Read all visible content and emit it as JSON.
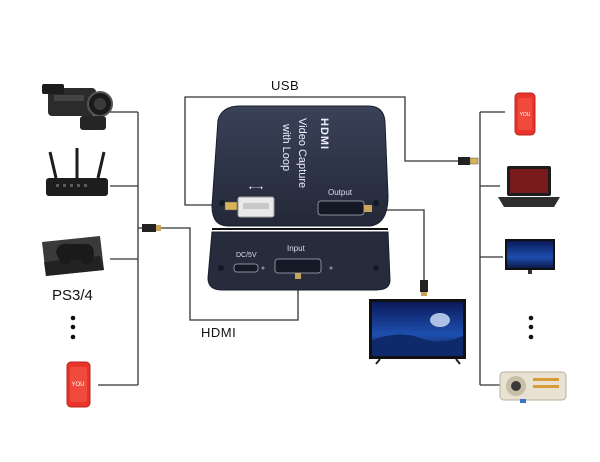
{
  "labels": {
    "usb": "USB",
    "hdmi": "HDMI",
    "ps": "PS3/4",
    "device_brand": "HDMI",
    "device_title_1": "Video Capture",
    "device_title_2": "with Loop",
    "port_output": "Output",
    "port_input": "Input",
    "port_dc": "DC/5V"
  },
  "left_sources": [
    "camcorder-icon",
    "router-icon",
    "game-console-icon",
    "ellipsis-dots",
    "smartphone-icon"
  ],
  "right_targets": [
    "smartphone-icon",
    "laptop-icon",
    "monitor-icon",
    "ellipsis-dots",
    "projector-icon"
  ],
  "colors": {
    "device_body": "#2a3042",
    "line": "#333333",
    "phone_red": "#e8342b"
  }
}
